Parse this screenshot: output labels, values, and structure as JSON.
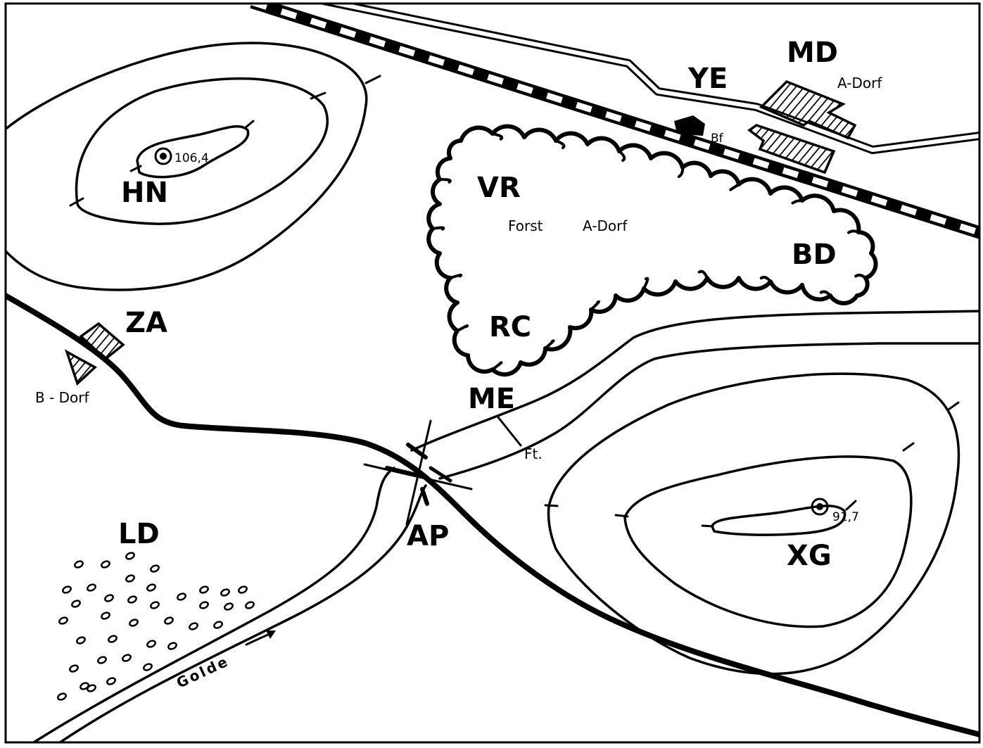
{
  "map": {
    "labels": {
      "md": "MD",
      "a_dorf_village": "A-Dorf",
      "ye": "YE",
      "bf": "Bf",
      "vr": "VR",
      "forst": "Forst",
      "forst_a_dorf": "A-Dorf",
      "bd": "BD",
      "rc": "RC",
      "hn": "HN",
      "hn_height": "106,4",
      "za": "ZA",
      "b_dorf": "B - Dorf",
      "me": "ME",
      "ft": "Ft.",
      "ap": "AP",
      "ld": "LD",
      "xg": "XG",
      "xg_height": "91,7",
      "river": "Golde"
    },
    "icons": [
      "summit-marker-icon",
      "river-flow-arrow-icon",
      "station-icon"
    ],
    "colors": {
      "ink": "#000000",
      "paper": "#ffffff"
    }
  }
}
